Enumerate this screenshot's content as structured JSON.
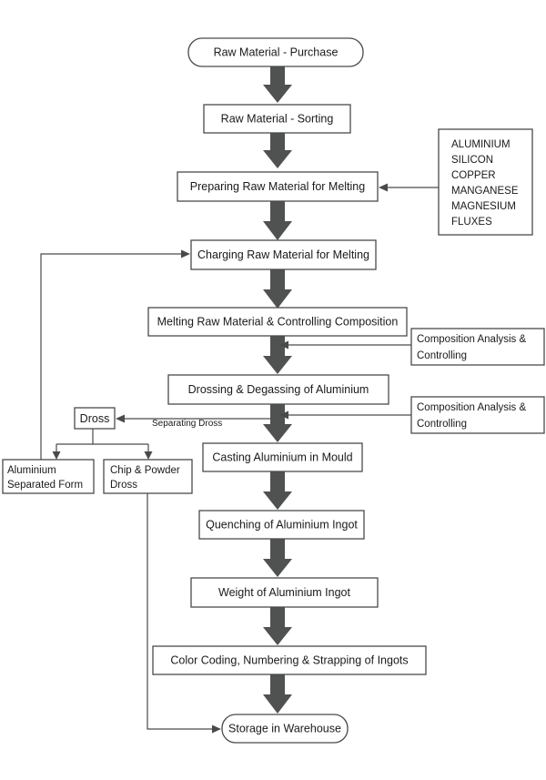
{
  "steps": {
    "raw_purchase": "Raw Material - Purchase",
    "raw_sorting": "Raw Material - Sorting",
    "preparing": "Preparing Raw Material for Melting",
    "charging": "Charging Raw Material for Melting",
    "melting": "Melting Raw Material & Controlling Composition",
    "drossing": "Drossing & Degassing of Aluminium",
    "casting": "Casting Aluminium in Mould",
    "quenching": "Quenching of Aluminium Ingot",
    "weight": "Weight of Aluminium Ingot",
    "coding": "Color Coding, Numbering & Strapping of Ingots",
    "storage": "Storage in Warehouse"
  },
  "materials": [
    "ALUMINIUM",
    "SILICON",
    "COPPER",
    "MANGANESE",
    "MAGNESIUM",
    "FLUXES"
  ],
  "composition_1": [
    "Composition Analysis &",
    "Controlling"
  ],
  "composition_2": [
    "Composition Analysis &",
    "Controlling"
  ],
  "dross": {
    "label": "Dross",
    "separating_label": "Separating Dross",
    "separated_form": [
      "Aluminium",
      "Separated Form"
    ],
    "chip_powder": [
      "Chip & Powder",
      "Dross"
    ]
  },
  "colors": {
    "arrow_fill": "#4f5250",
    "line": "#4a4a4a"
  }
}
